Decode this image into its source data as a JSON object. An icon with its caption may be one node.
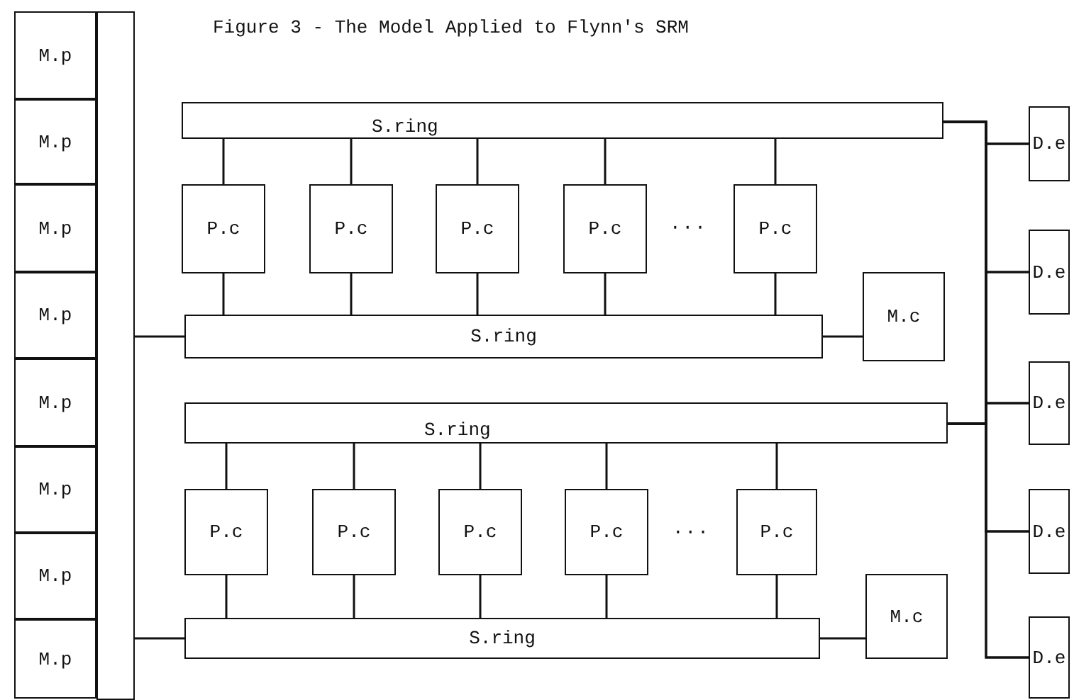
{
  "diagram": {
    "title": "Figure 3 - The Model Applied to Flynn's SRM",
    "nodes": [
      {
        "text": [
          "M.p"
        ]
      },
      {
        "text": [
          "M.p"
        ]
      },
      {
        "text": [
          "M.p"
        ]
      },
      {
        "text": [
          "M.p"
        ]
      },
      {
        "text": [
          "M.p"
        ]
      },
      {
        "text": [
          "M.p"
        ]
      },
      {
        "text": [
          "M.p"
        ]
      },
      {
        "text": [
          "M.p"
        ]
      },
      {
        "text": [],
        "shape": "bar"
      },
      {
        "text": [
          "S.ring"
        ]
      },
      {
        "text": [
          "P.c"
        ]
      },
      {
        "text": [
          "P.c"
        ]
      },
      {
        "text": [
          "P.c"
        ]
      },
      {
        "text": [
          "P.c"
        ]
      },
      {
        "text": [
          "P.c"
        ]
      },
      {
        "text": [
          "S.ring"
        ]
      },
      {
        "text": [
          "M.c"
        ]
      },
      {
        "text": [
          "S.ring"
        ]
      },
      {
        "text": [
          "P.c"
        ]
      },
      {
        "text": [
          "P.c"
        ]
      },
      {
        "text": [
          "P.c"
        ]
      },
      {
        "text": [
          "P.c"
        ]
      },
      {
        "text": [
          "P.c"
        ]
      },
      {
        "text": [
          "S.ring"
        ]
      },
      {
        "text": [
          "M.c"
        ]
      },
      {
        "text": [
          "D.e"
        ]
      },
      {
        "text": [
          "D.e"
        ]
      },
      {
        "text": [
          "D.e"
        ]
      },
      {
        "text": [
          "D.e"
        ]
      },
      {
        "text": [
          "D.e"
        ]
      }
    ],
    "edges": [
      {
        "from": 9,
        "to": 10,
        "arrow": "none"
      },
      {
        "from": 9,
        "to": 11,
        "arrow": "none"
      },
      {
        "from": 9,
        "to": 12,
        "arrow": "none"
      },
      {
        "from": 9,
        "to": 13,
        "arrow": "none"
      },
      {
        "from": 9,
        "to": 14,
        "arrow": "none"
      },
      {
        "from": 10,
        "to": 15,
        "arrow": "none"
      },
      {
        "from": 11,
        "to": 15,
        "arrow": "none"
      },
      {
        "from": 12,
        "to": 15,
        "arrow": "none"
      },
      {
        "from": 13,
        "to": 15,
        "arrow": "none"
      },
      {
        "from": 14,
        "to": 15,
        "arrow": "none"
      },
      {
        "from": 15,
        "to": 16,
        "arrow": "none"
      },
      {
        "from": 8,
        "to": 15,
        "arrow": "none"
      },
      {
        "from": 17,
        "to": 18,
        "arrow": "none"
      },
      {
        "from": 17,
        "to": 19,
        "arrow": "none"
      },
      {
        "from": 17,
        "to": 20,
        "arrow": "none"
      },
      {
        "from": 17,
        "to": 21,
        "arrow": "none"
      },
      {
        "from": 17,
        "to": 22,
        "arrow": "none"
      },
      {
        "from": 18,
        "to": 23,
        "arrow": "none"
      },
      {
        "from": 19,
        "to": 23,
        "arrow": "none"
      },
      {
        "from": 20,
        "to": 23,
        "arrow": "none"
      },
      {
        "from": 21,
        "to": 23,
        "arrow": "none"
      },
      {
        "from": 22,
        "to": 23,
        "arrow": "none"
      },
      {
        "from": 23,
        "to": 24,
        "arrow": "none"
      },
      {
        "from": 8,
        "to": 23,
        "arrow": "none"
      },
      {
        "from": 9,
        "to": 25,
        "arrow": "none"
      },
      {
        "from": 9,
        "to": 26,
        "arrow": "none"
      },
      {
        "from": 9,
        "to": 27,
        "arrow": "none"
      },
      {
        "from": 9,
        "to": 28,
        "arrow": "none"
      },
      {
        "from": 9,
        "to": 29,
        "arrow": "none"
      },
      {
        "from": 17,
        "to": 25,
        "arrow": "none"
      },
      {
        "from": 17,
        "to": 26,
        "arrow": "none"
      },
      {
        "from": 17,
        "to": 27,
        "arrow": "none"
      },
      {
        "from": 17,
        "to": 28,
        "arrow": "none"
      },
      {
        "from": 17,
        "to": 29,
        "arrow": "none"
      }
    ],
    "labels": [
      "···",
      "···"
    ]
  }
}
